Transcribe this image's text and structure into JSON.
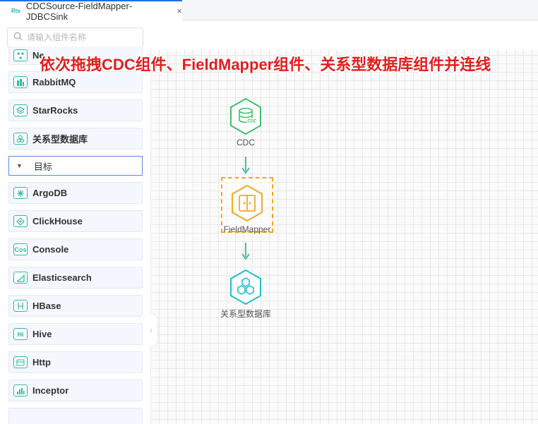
{
  "tab": {
    "icon_text": "Rts",
    "title": "CDCSource-FieldMapper-JDBCSink",
    "close": "×"
  },
  "search": {
    "placeholder": "请输入组件名称"
  },
  "components": {
    "partial_item": "Ne",
    "source_items": [
      "RabbitMQ",
      "StarRocks",
      "关系型数据库"
    ],
    "group_label": "目标",
    "target_items": [
      "ArgoDB",
      "ClickHouse",
      "Console",
      "Elasticsearch",
      "HBase",
      "Hive",
      "Http",
      "Inceptor"
    ],
    "target_icon_texts": [
      "",
      "",
      "Cos",
      "",
      "",
      "Hi",
      "",
      ""
    ]
  },
  "annotation": "依次拖拽CDC组件、FieldMapper组件、关系型数据库组件并连线",
  "flow": {
    "nodes": [
      {
        "label": "CDC",
        "icon_text": "CDC",
        "color": "#3ec26a"
      },
      {
        "label": "FieldMapper",
        "color": "#f5a623"
      },
      {
        "label": "关系型数据库",
        "color": "#1fc0c9"
      }
    ],
    "edge_color": "#4fbfa0"
  }
}
